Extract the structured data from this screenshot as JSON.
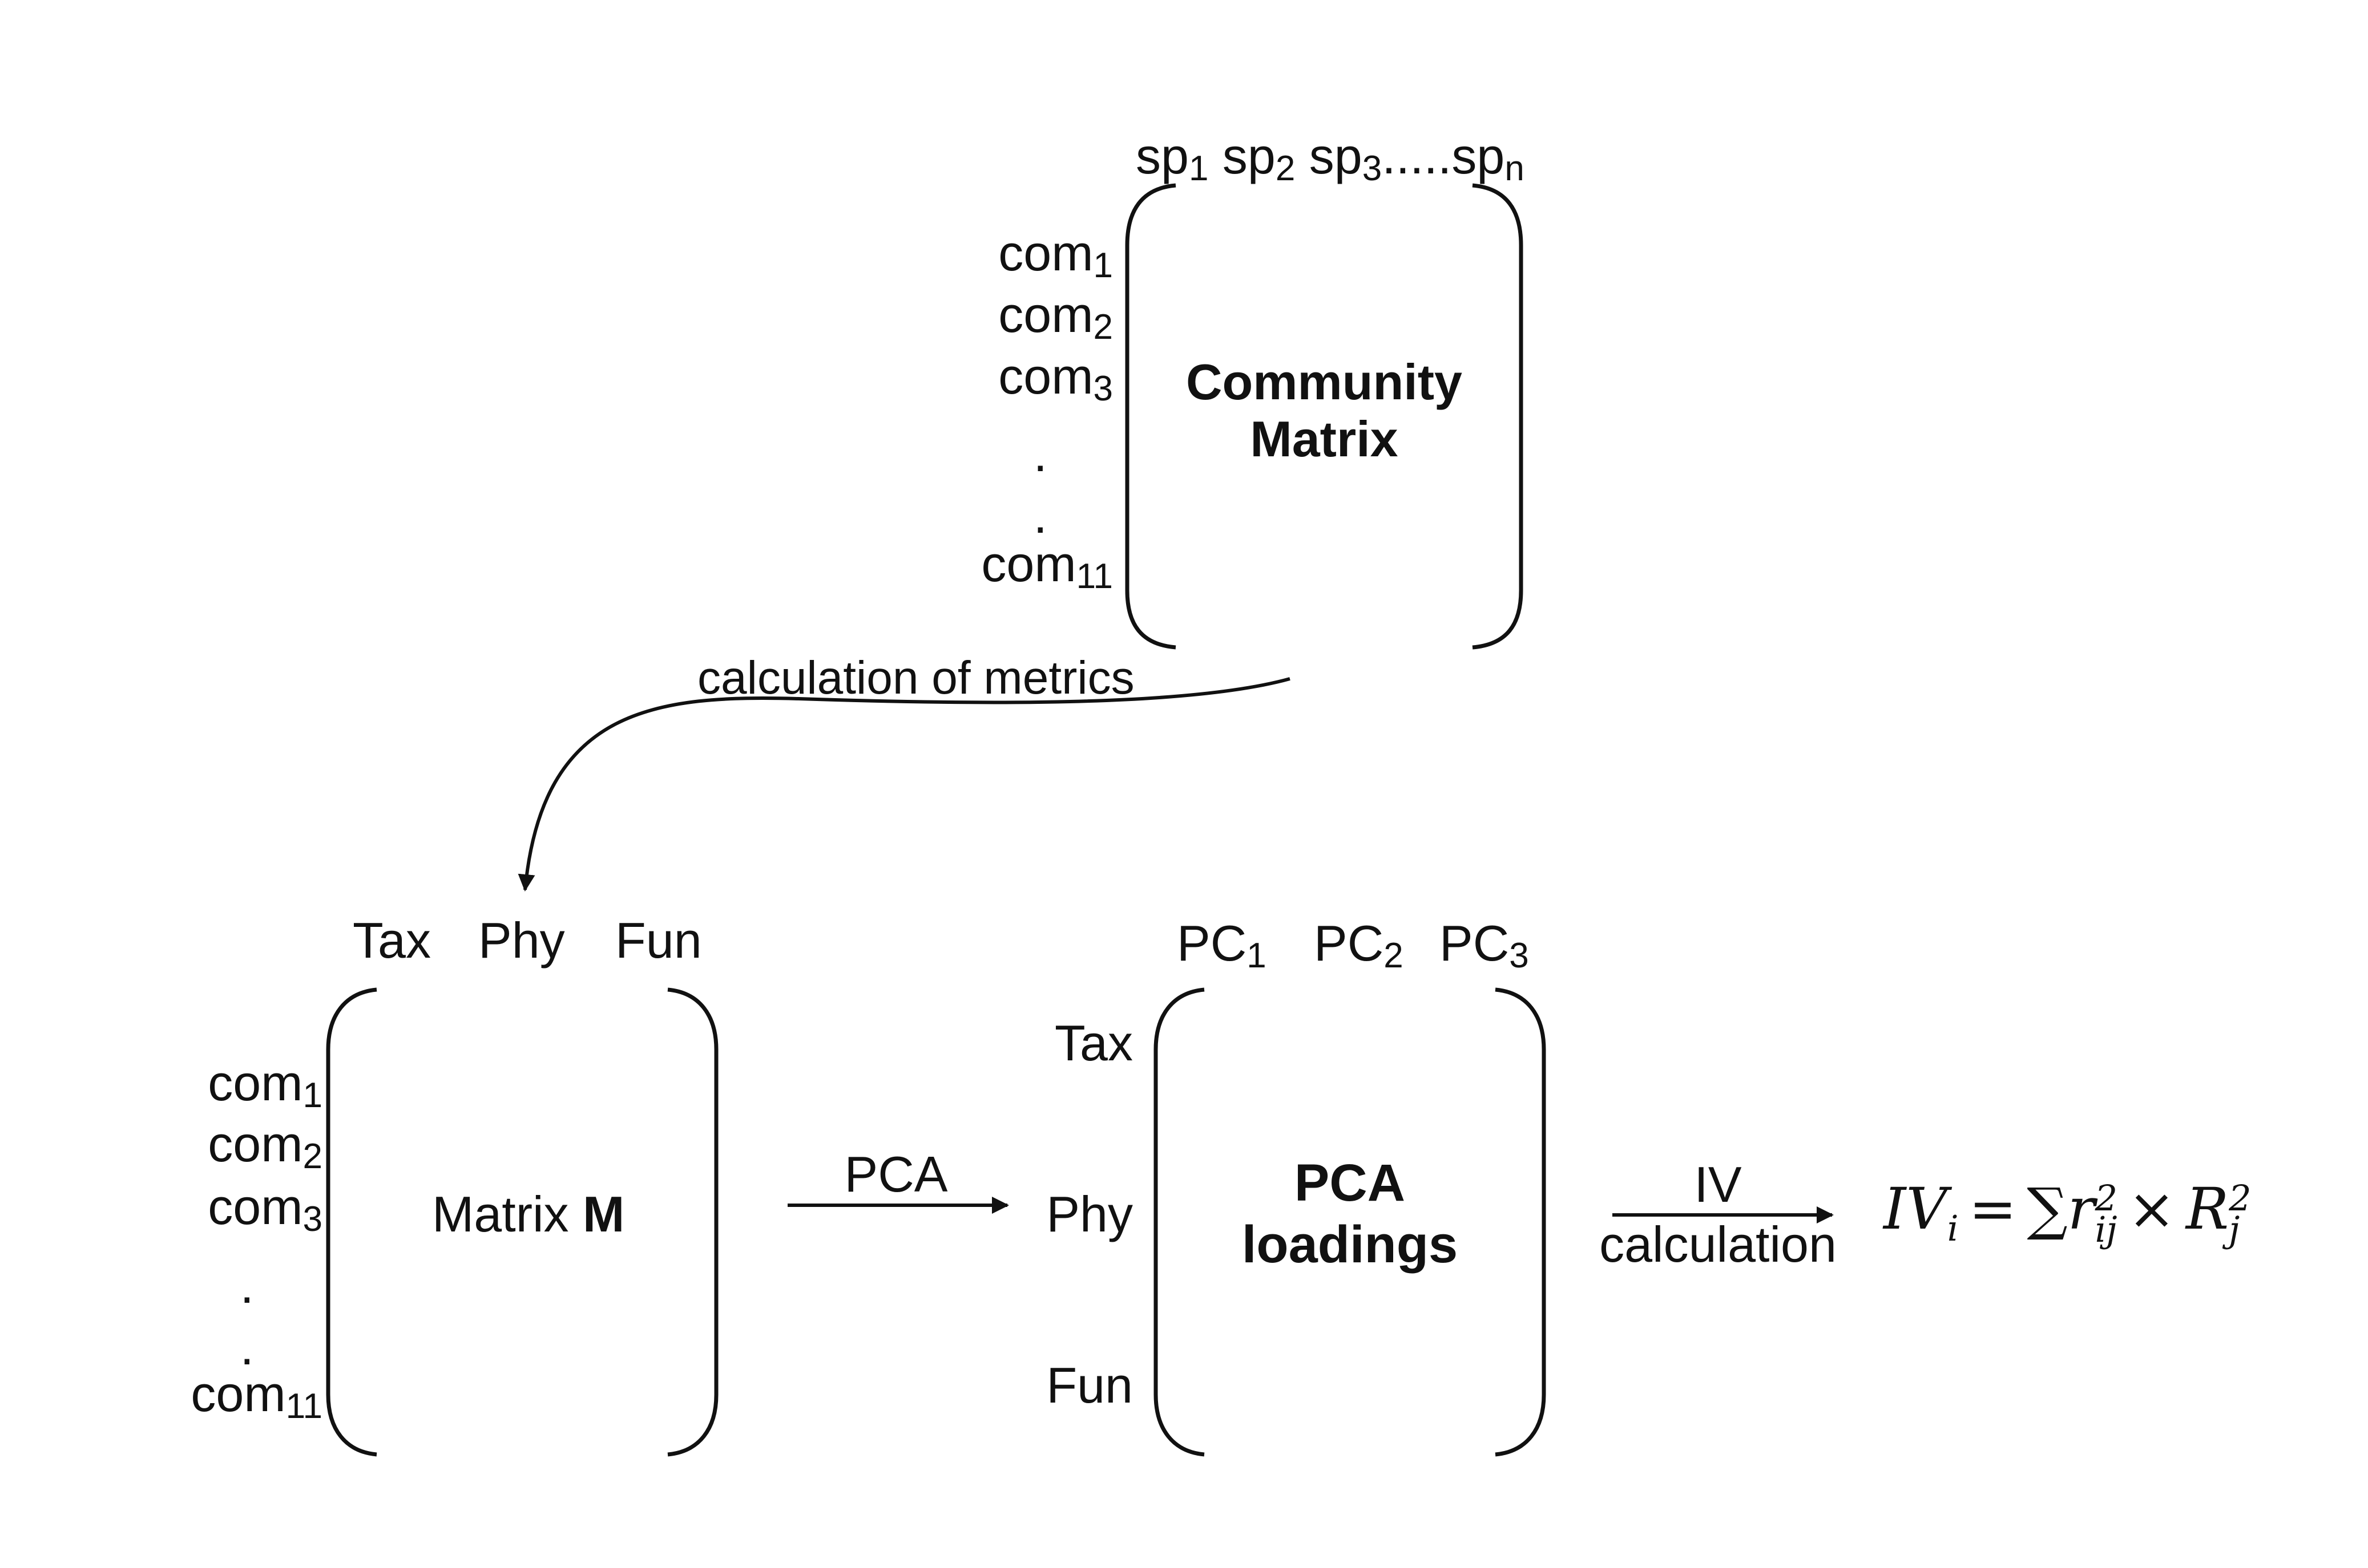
{
  "community_matrix": {
    "title_line1": "Community",
    "title_line2": "Matrix",
    "columns": [
      {
        "base": "sp",
        "sub": "1"
      },
      {
        "base": "sp",
        "sub": "2"
      },
      {
        "base": "sp",
        "sub": "3"
      },
      {
        "base": ".....sp",
        "sub": "n"
      }
    ],
    "rows": [
      {
        "base": "com",
        "sub": "1"
      },
      {
        "base": "com",
        "sub": "2"
      },
      {
        "base": "com",
        "sub": "3"
      },
      {
        "base": ".",
        "sub": ""
      },
      {
        "base": ".",
        "sub": ""
      },
      {
        "base": "com",
        "sub": "11"
      }
    ]
  },
  "arrow_metrics": {
    "label": "calculation of metrics"
  },
  "matrix_m": {
    "title": "Matrix ",
    "title_bold": "M",
    "columns": [
      "Tax",
      "Phy",
      "Fun"
    ],
    "rows": [
      {
        "base": "com",
        "sub": "1"
      },
      {
        "base": "com",
        "sub": "2"
      },
      {
        "base": "com",
        "sub": "3"
      },
      {
        "base": ".",
        "sub": ""
      },
      {
        "base": ".",
        "sub": ""
      },
      {
        "base": "com",
        "sub": "11"
      }
    ]
  },
  "arrow_pca": {
    "label": "PCA"
  },
  "pca_loadings": {
    "title_line1": "PCA",
    "title_line2": "loadings",
    "columns": [
      {
        "base": "PC",
        "sub": "1"
      },
      {
        "base": "PC",
        "sub": "2"
      },
      {
        "base": "PC",
        "sub": "3"
      }
    ],
    "rows": [
      "Tax",
      "Phy",
      "Fun"
    ]
  },
  "arrow_iv": {
    "label_top": "IV",
    "label_bottom": "calculation"
  },
  "formula": {
    "lhs": "IV",
    "lhs_sub": "i",
    "equals": "=",
    "sum": "∑",
    "r": "r",
    "r_sub": "ij",
    "r_sup": "2",
    "times": "×",
    "R": "R",
    "R_sub": "j",
    "R_sup": "2"
  }
}
